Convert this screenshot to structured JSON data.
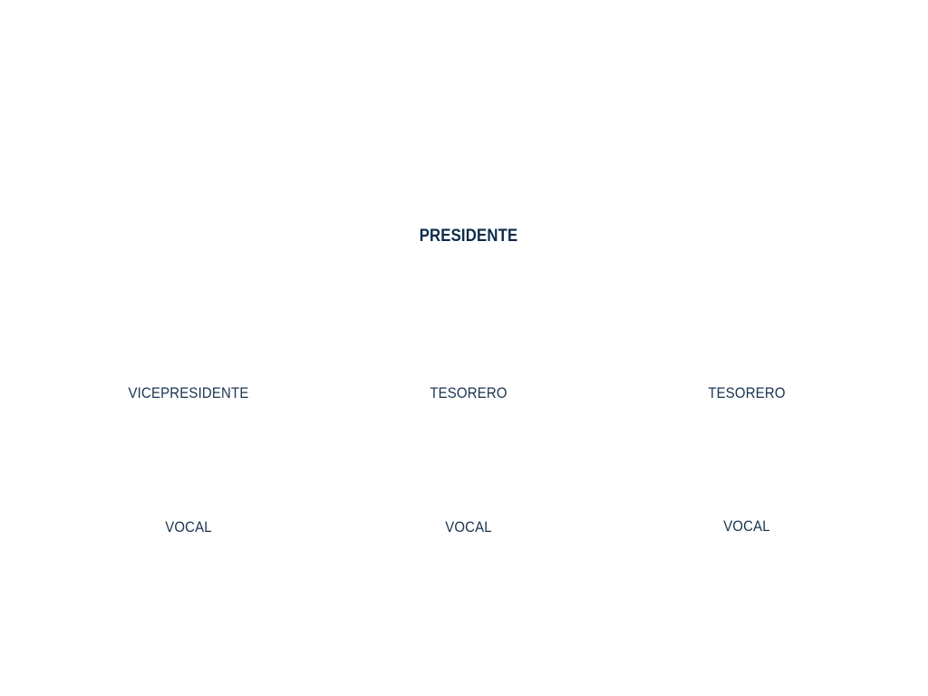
{
  "board": {
    "president": "PRESIDENTE",
    "officers": [
      "VICEPRESIDENTE",
      "TESORERO",
      "TESORERO"
    ],
    "vocals": [
      "VOCAL",
      "VOCAL",
      "VOCAL"
    ]
  },
  "colors": {
    "text": "#0f2a47",
    "background": "#ffffff"
  }
}
